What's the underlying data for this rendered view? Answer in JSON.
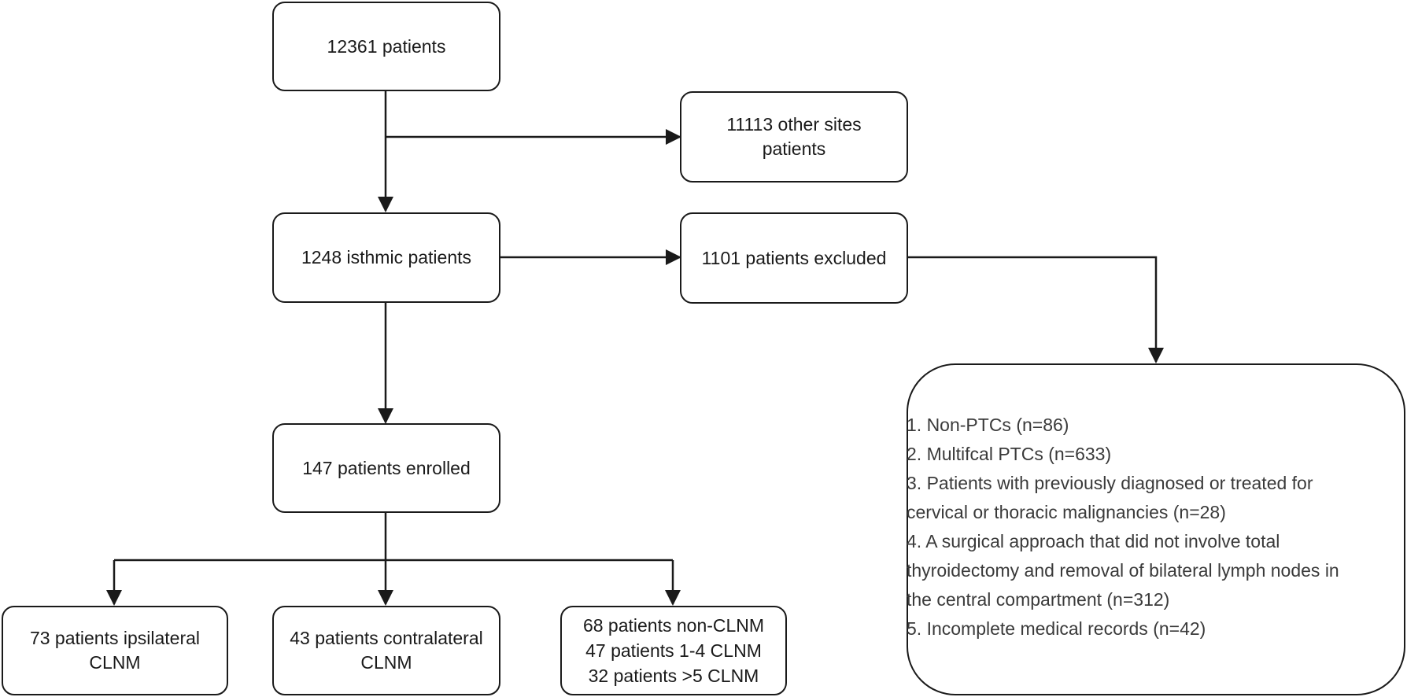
{
  "nodes": {
    "total": "12361 patients",
    "other_sites": [
      "11113 other sites",
      "patients"
    ],
    "isthmic": "1248 isthmic patients",
    "excluded": "1101 patients excluded",
    "enrolled": "147 patients enrolled",
    "ipsilateral": [
      "73 patients ipsilateral",
      "CLNM"
    ],
    "contralateral": [
      "43 patients contralateral",
      "CLNM"
    ],
    "counts": [
      "68 patients non-CLNM",
      "47 patients 1-4 CLNM",
      "32 patients >5 CLNM"
    ]
  },
  "exclusion_criteria": [
    "1. Non-PTCs (n=86)",
    "2. Multifcal PTCs (n=633)",
    "3. Patients with previously diagnosed or treated for",
    "cervical or thoracic malignancies (n=28)",
    "4. A surgical approach that did not involve total",
    "thyroidectomy and removal of bilateral lymph nodes in",
    "the central compartment (n=312)",
    "5. Incomplete medical records (n=42)"
  ]
}
